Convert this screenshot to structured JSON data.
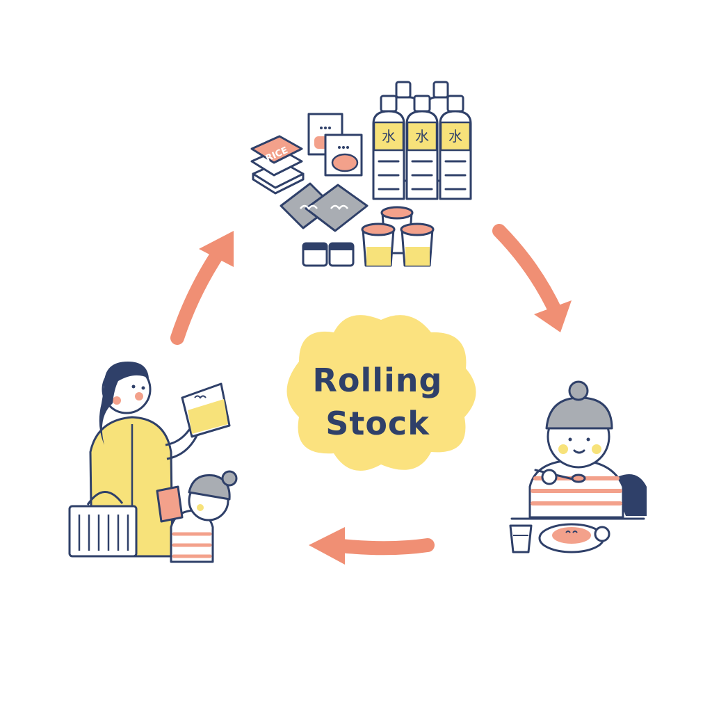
{
  "center": {
    "line1": "Rolling",
    "line2": "Stock"
  },
  "stockpile": {
    "rice_label": "RICE",
    "water_label": "水"
  },
  "colors": {
    "ink": "#2f4069",
    "accent_arrow": "#f08f74",
    "cloud_yellow": "#fbe27f",
    "water_yellow": "#f7e27a",
    "salmon": "#f3a18b",
    "gray": "#a9adb3"
  },
  "icons": {
    "top": "emergency-food-stockpile-icon",
    "right": "child-eating-meal-icon",
    "left": "parent-and-child-shopping-icon",
    "arrows": "cycle-arrow-icon"
  }
}
